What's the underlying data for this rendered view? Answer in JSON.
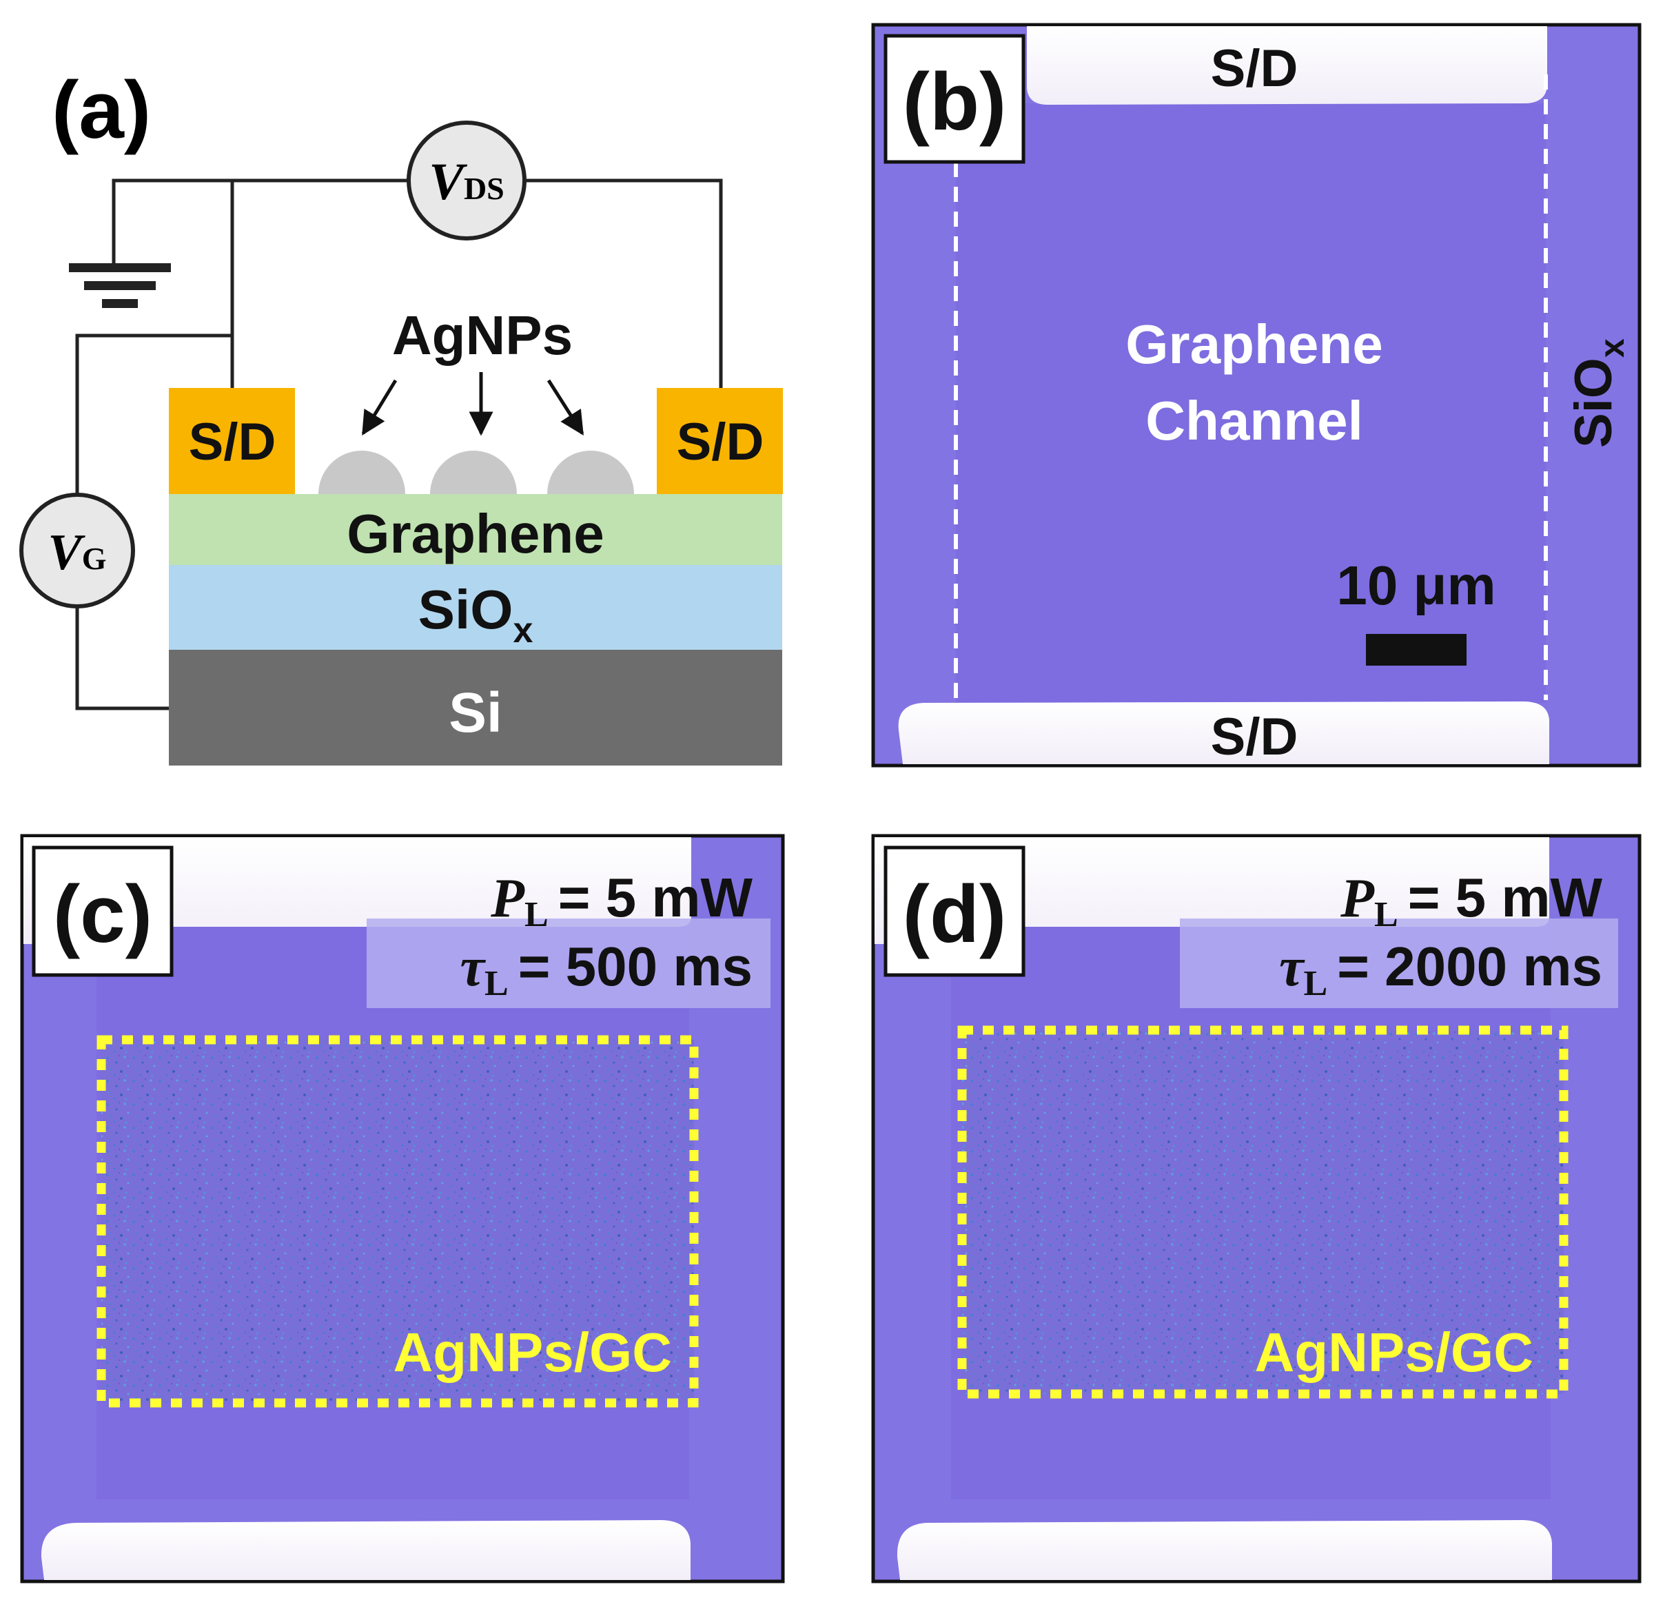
{
  "colors": {
    "contact": "#f9b400",
    "graphene": "#bfe2b0",
    "siox": "#b1d6ef",
    "si": "#6d6d6d",
    "nanoparticle": "#c8c8c8",
    "meter_fill": "#e8e8e8",
    "substrate_purple": "#8374e3",
    "channel_purple": "#7d6de0",
    "electrode_white": "#fbfbfb",
    "roi_yellow": "#ffff33",
    "roi_fill": "#7a6fd8",
    "label_box_bg": "#ffffff",
    "param_box_bg": "#b4aef0"
  },
  "panels": {
    "a": {
      "label": "(a)",
      "vds_symbol": "V",
      "vds_subscript": "DS",
      "vg_symbol": "V",
      "vg_subscript": "G",
      "ground_icon": "ground-symbol",
      "nanoparticle_label": "AgNPs",
      "contact_left": "S/D",
      "contact_right": "S/D",
      "graphene_label": "Graphene",
      "siox_label": "SiO",
      "siox_subscript": "x",
      "si_label": "Si"
    },
    "b": {
      "label": "(b)",
      "top_electrode": "S/D",
      "bottom_electrode": "S/D",
      "channel_line1": "Graphene",
      "channel_line2": "Channel",
      "substrate_label": "SiO",
      "substrate_subscript": "x",
      "scale_bar": "10 μm"
    },
    "c": {
      "label": "(c)",
      "power_symbol": "P",
      "power_subscript": "L",
      "power_value": "= 5 mW",
      "tau_symbol": "τ",
      "tau_subscript": "L",
      "tau_value": "= 500 ms",
      "roi_label": "AgNPs/GC"
    },
    "d": {
      "label": "(d)",
      "power_symbol": "P",
      "power_subscript": "L",
      "power_value": "= 5 mW",
      "tau_symbol": "τ",
      "tau_subscript": "L",
      "tau_value": "= 2000 ms",
      "roi_label": "AgNPs/GC"
    }
  }
}
